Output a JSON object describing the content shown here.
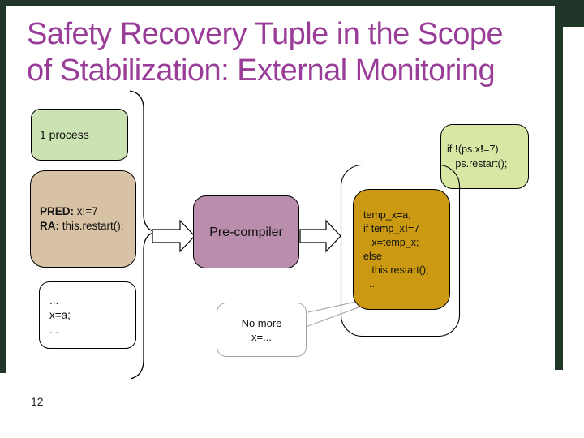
{
  "slide": {
    "title_line1": "Safety Recovery Tuple in the Scope",
    "title_line2": "of Stabilization: External Monitoring",
    "title_color": "#993d98",
    "frame_color": "#203629",
    "page_number": "12"
  },
  "boxes": {
    "process": {
      "label": "1 process",
      "fill": "#cde2b2"
    },
    "monitor": {
      "fill": "#d8e7a4",
      "lines": [
        [
          {
            "t": "if ",
            "b": false
          },
          {
            "t": "!",
            "b": true
          },
          {
            "t": "(ps.x",
            "b": false
          },
          {
            "t": "!",
            "b": true
          },
          {
            "t": "=7)",
            "b": false
          }
        ],
        [
          {
            "t": "   ps.restart();",
            "b": false
          }
        ]
      ]
    },
    "pred": {
      "fill": "#d8c2a5",
      "lines": [
        [
          {
            "t": "PRED:",
            "b": true
          },
          {
            "t": " x!=7",
            "b": false
          }
        ],
        [
          {
            "t": "RA:",
            "b": true
          },
          {
            "t": " this.restart();",
            "b": false
          }
        ]
      ]
    },
    "code_before": {
      "fill": "#ffffff",
      "lines": [
        [
          {
            "t": "...",
            "b": false
          }
        ],
        [
          {
            "t": "x=a;",
            "b": false
          }
        ],
        [
          {
            "t": "...",
            "b": false
          }
        ]
      ]
    },
    "precompiler": {
      "label": "Pre-compiler",
      "fill": "#bb8dac"
    },
    "code_after": {
      "fill": "#cc9a12",
      "lines": [
        [
          {
            "t": "temp_x=a;",
            "b": false
          }
        ],
        [
          {
            "t": "if temp_x",
            "b": false
          },
          {
            "t": "!",
            "b": true
          },
          {
            "t": "=7",
            "b": false
          }
        ],
        [
          {
            "t": "   x=temp_x;",
            "b": false
          }
        ],
        [
          {
            "t": "else",
            "b": false
          }
        ],
        [
          {
            "t": "   this.restart();",
            "b": false
          }
        ],
        [
          {
            "t": "  ...",
            "b": false
          }
        ]
      ]
    },
    "callout": {
      "lines": [
        [
          {
            "t": "No more",
            "b": false
          }
        ],
        [
          {
            "t": "x=...",
            "b": false
          }
        ]
      ]
    }
  }
}
